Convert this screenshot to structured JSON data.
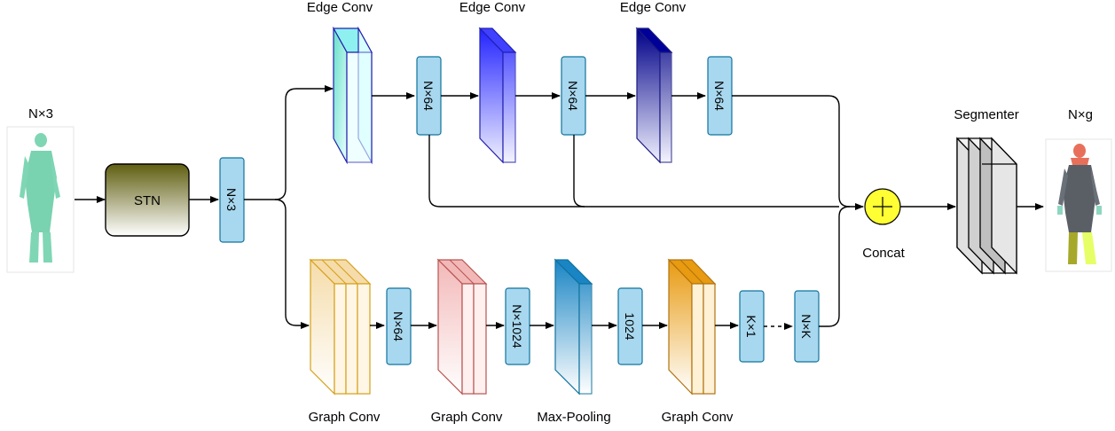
{
  "input": {
    "label": "N×3"
  },
  "output": {
    "label": "N×g"
  },
  "stn": {
    "label": "STN"
  },
  "tensors": {
    "after_stn": "N×3",
    "edge_1": "N×64",
    "edge_2": "N×64",
    "edge_3": "N×64",
    "graph_1": "N×64",
    "graph_2": "N×1024",
    "pool": "1024",
    "graph_3": "K×1",
    "graph_4": "N×K"
  },
  "layers": {
    "edge_conv_1": "Edge Conv",
    "edge_conv_2": "Edge Conv",
    "edge_conv_3": "Edge Conv",
    "graph_conv_1": "Graph Conv",
    "graph_conv_2": "Graph Conv",
    "max_pooling": "Max-Pooling",
    "graph_conv_3": "Graph Conv",
    "concat": "Concat",
    "segmenter": "Segmenter"
  },
  "colors": {
    "stn_top": "#6b6a12",
    "tensor_fill": "#a8d8ef",
    "tensor_stroke": "#10739e",
    "edge1": "#66e0e8",
    "edge2": "#3333ff",
    "edge3": "#000099",
    "graph1": "#f0d9a8",
    "graph2": "#f2bcbc",
    "pool": "#1b8ac8",
    "graph3": "#e8a020",
    "concat_fill": "#ffff33"
  }
}
